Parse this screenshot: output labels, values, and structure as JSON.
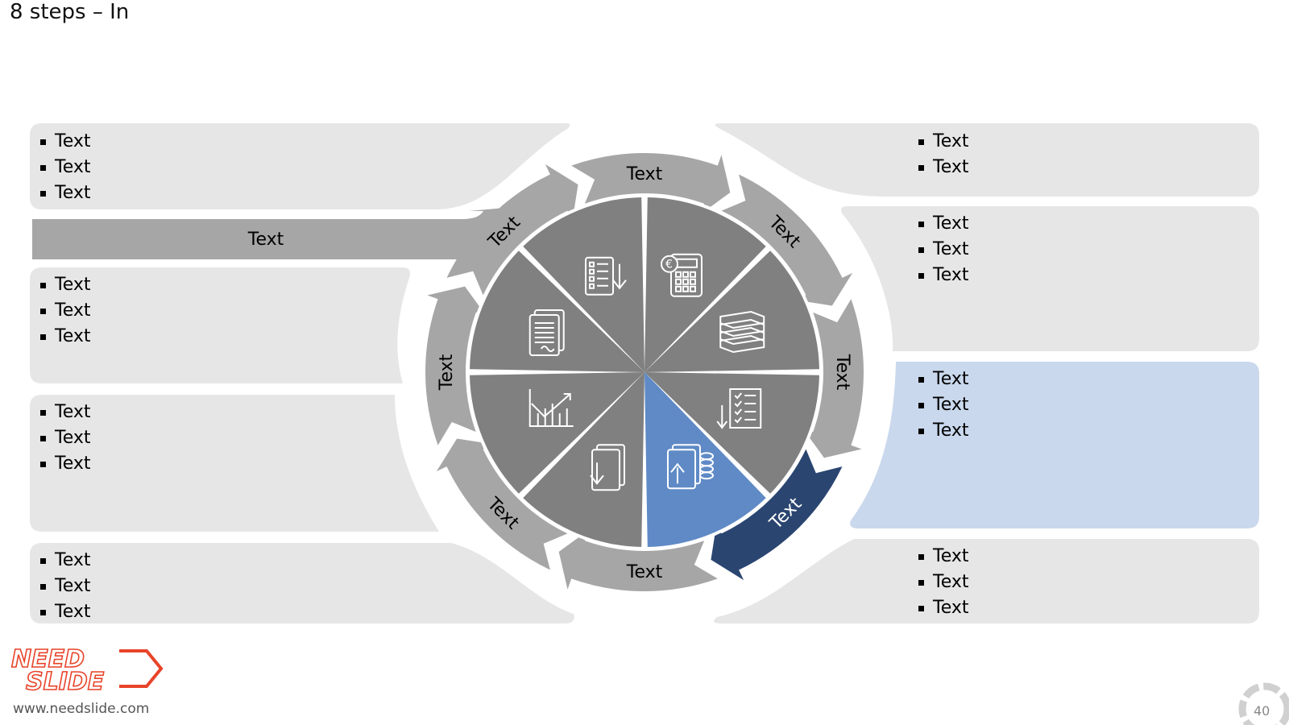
{
  "title": "8 steps – In",
  "left_bar_label": "Text",
  "ring_labels": [
    "Text",
    "Text",
    "Text",
    "Text",
    "Text",
    "Text",
    "Text",
    "Text"
  ],
  "panels": {
    "left_1": [
      "Text",
      "Text",
      "Text"
    ],
    "left_2": [
      "Text",
      "Text",
      "Text"
    ],
    "left_3": [
      "Text",
      "Text",
      "Text"
    ],
    "left_4": [
      "Text",
      "Text",
      "Text"
    ],
    "right_1": [
      "Text",
      "Text"
    ],
    "right_2": [
      "Text",
      "Text",
      "Text"
    ],
    "right_3": [
      "Text",
      "Text",
      "Text"
    ],
    "right_4": [
      "Text",
      "Text",
      "Text"
    ]
  },
  "highlight_step": 4,
  "colors": {
    "panel": "#e6e6e6",
    "panel_highlight": "#c9d8ec",
    "arrow": "#a6a6a6",
    "arrow_active": "#2a4570",
    "segment": "#808080",
    "segment_active": "#5f8ac6"
  },
  "icons": [
    "calculator-euro-icon",
    "books-icon",
    "checklist-download-icon",
    "documents-upload-coins-icon",
    "files-download-icon",
    "chart-analysis-icon",
    "contract-documents-icon",
    "checklist-export-icon"
  ],
  "logo_text": "NEED SLIDE",
  "website": "www.needslide.com",
  "page_number": "40"
}
